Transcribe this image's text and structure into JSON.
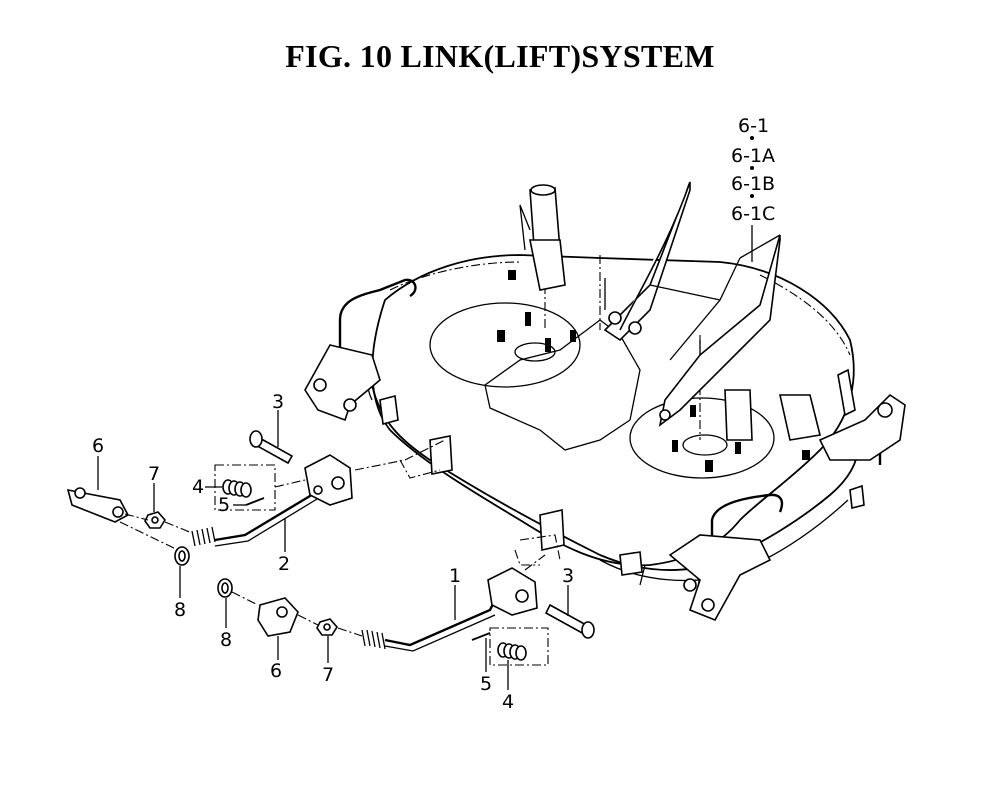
{
  "title": "FIG. 10  LINK(LIFT)SYSTEM",
  "callouts": {
    "c6_1": "6-1",
    "c6_1a": "6-1A",
    "c6_1b": "6-1B",
    "c6_1c": "6-1C",
    "c3_top": "3",
    "c4_top": "4",
    "c5_top": "5",
    "c6_left": "6",
    "c7_left": "7",
    "c2": "2",
    "c8_left": "8",
    "c8_mid": "8",
    "c6_mid": "6",
    "c7_mid": "7",
    "c1": "1",
    "c3_right": "3",
    "c5_bottom": "5",
    "c4_bottom": "4"
  }
}
